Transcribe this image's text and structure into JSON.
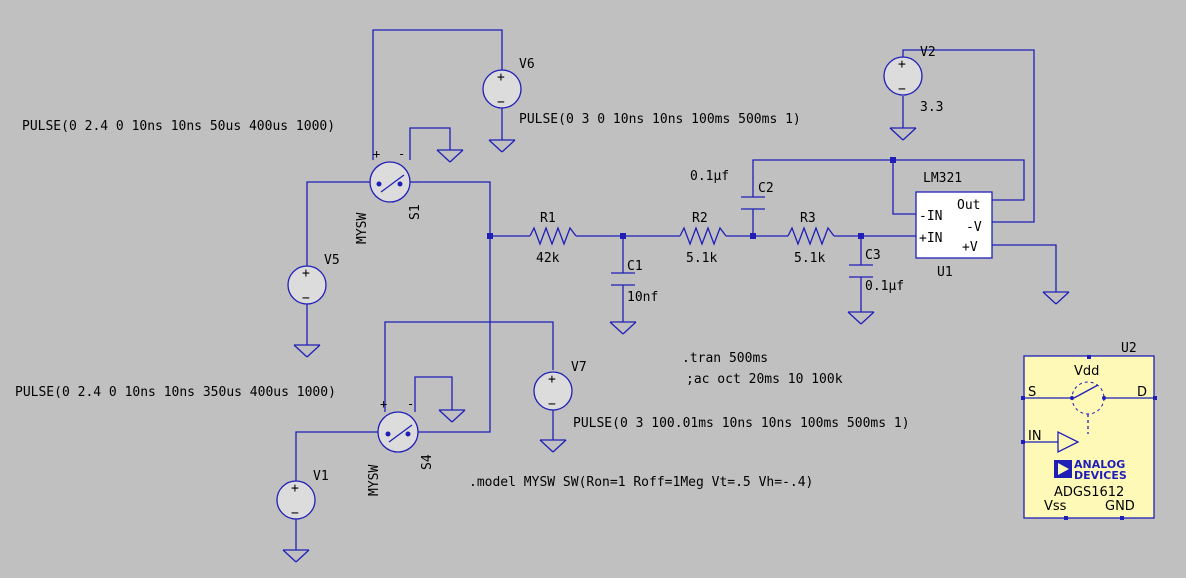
{
  "components": {
    "S1": {
      "name": "S1",
      "model": "MYSW"
    },
    "S4": {
      "name": "S4",
      "model": "MYSW"
    },
    "V1": {
      "name": "V1"
    },
    "V2": {
      "name": "V2",
      "value": "3.3"
    },
    "V5": {
      "name": "V5"
    },
    "V6": {
      "name": "V6"
    },
    "V7": {
      "name": "V7"
    },
    "R1": {
      "name": "R1",
      "value": "42k"
    },
    "R2": {
      "name": "R2",
      "value": "5.1k"
    },
    "R3": {
      "name": "R3",
      "value": "5.1k"
    },
    "C1": {
      "name": "C1",
      "value": "10nf"
    },
    "C2": {
      "name": "C2",
      "value": "0.1µf"
    },
    "C3": {
      "name": "C3",
      "value": "0.1µf"
    },
    "U1": {
      "name": "U1",
      "part": "LM321",
      "pins": {
        "in_neg": "-IN",
        "in_pos": "+IN",
        "out": "Out",
        "v_neg": "-V",
        "v_pos": "+V"
      }
    },
    "U2": {
      "name": "U2",
      "part": "ADGS1612",
      "pins": {
        "vdd": "Vdd",
        "s": "S",
        "d": "D",
        "in": "IN",
        "vss": "Vss",
        "gnd": "GND"
      },
      "logo_line1": "ANALOG",
      "logo_line2": "DEVICES"
    }
  },
  "sources": {
    "pulse_v5": "PULSE(0 2.4 0 10ns 10ns 50us 400us 1000)",
    "pulse_v6": "PULSE(0 3 0 10ns 10ns 100ms 500ms 1)",
    "pulse_v1": "PULSE(0 2.4 0 10ns 10ns 350us 400us 1000)",
    "pulse_v7": "PULSE(0 3 100.01ms 10ns 10ns 100ms 500ms 1)"
  },
  "directives": {
    "tran": ".tran 500ms",
    "ac": ";ac oct 20ms 10 100k",
    "model": ".model MYSW SW(Ron=1 Roff=1Meg Vt=.5 Vh=-.4)"
  },
  "polarity": {
    "plus": "+",
    "minus": "−",
    "sw_plus": "+",
    "sw_minus": "-"
  }
}
